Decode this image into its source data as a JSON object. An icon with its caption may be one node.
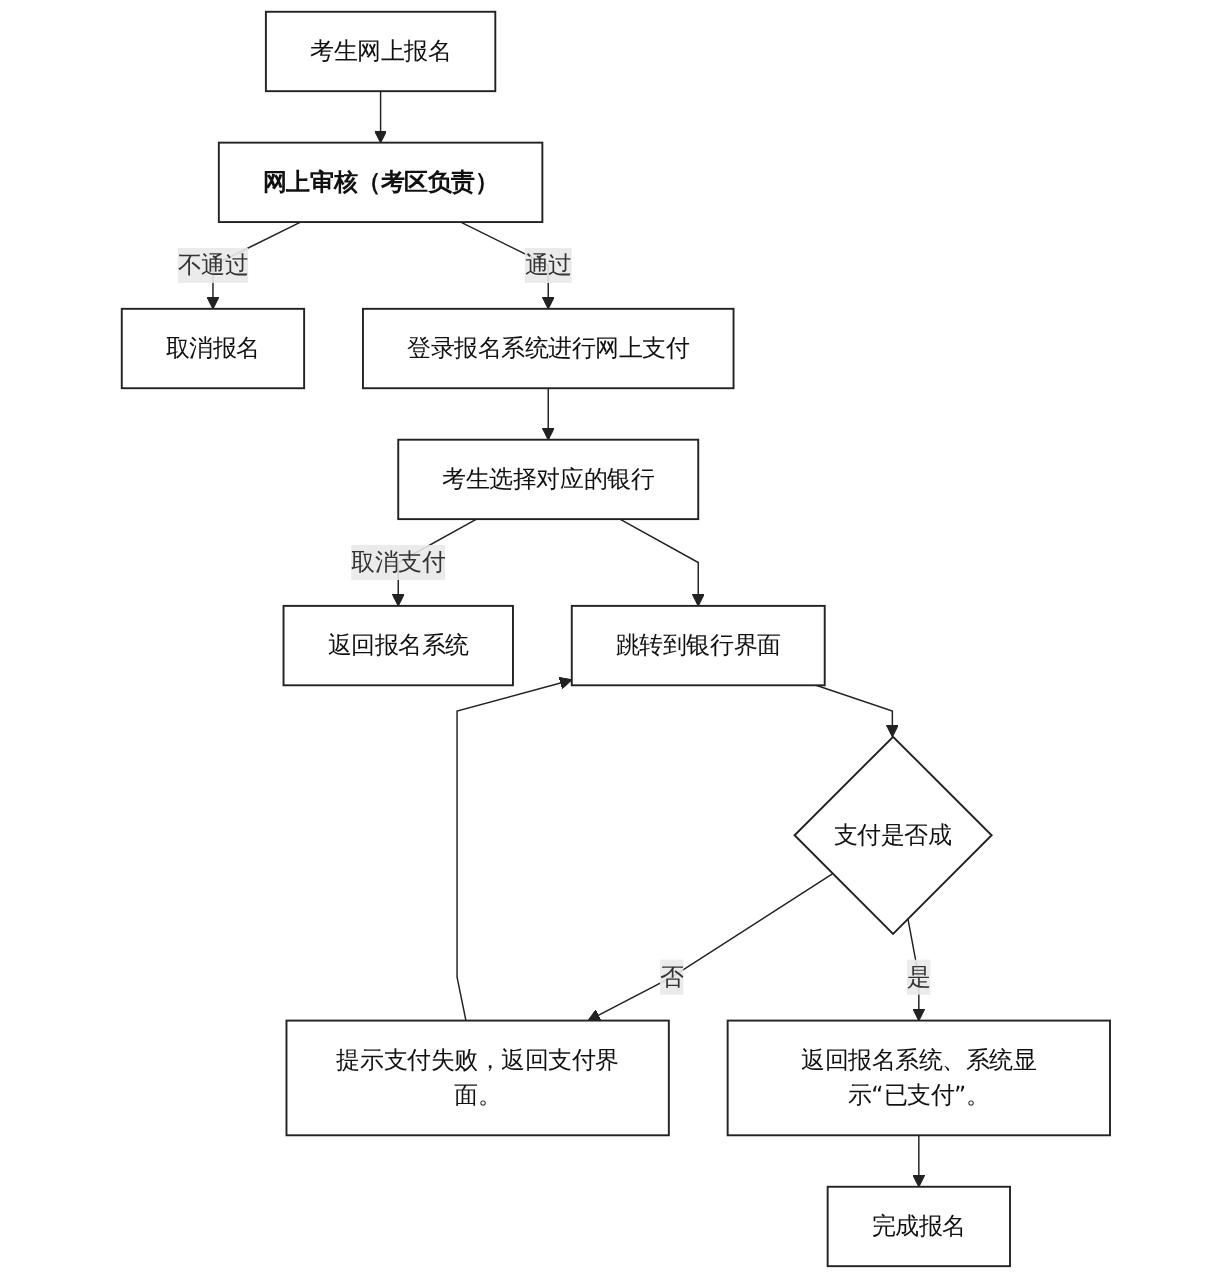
{
  "diagram": {
    "nodes": [
      {
        "text": [
          "考生网上报名"
        ]
      },
      {
        "text": [
          "网上审核（考区负责）"
        ]
      },
      {
        "text": [
          "取消报名"
        ]
      },
      {
        "text": [
          "登录报名系统进行网上支付"
        ]
      },
      {
        "text": [
          "考生选择对应的银行"
        ]
      },
      {
        "text": [
          "返回报名系统"
        ]
      },
      {
        "text": [
          "跳转到银行界面"
        ]
      },
      {
        "text": [
          "支付是否成"
        ]
      },
      {
        "text": [
          "提示支付失败，返回支付界面。"
        ]
      },
      {
        "text": [
          "返回报名系统、系统显示“已支付”。"
        ]
      },
      {
        "text": [
          "完成报名"
        ]
      }
    ],
    "edges": [
      {
        "from": 0,
        "to": 1,
        "arrow": "to"
      },
      {
        "from": 1,
        "to": 2,
        "arrow": "to",
        "label": "不通过"
      },
      {
        "from": 1,
        "to": 3,
        "arrow": "to",
        "label": "通过"
      },
      {
        "from": 3,
        "to": 4,
        "arrow": "to"
      },
      {
        "from": 4,
        "to": 5,
        "arrow": "to",
        "label": "取消支付"
      },
      {
        "from": 4,
        "to": 6,
        "arrow": "to"
      },
      {
        "from": 6,
        "to": 7,
        "arrow": "to"
      },
      {
        "from": 7,
        "to": 8,
        "arrow": "to",
        "label": "否"
      },
      {
        "from": 8,
        "to": 6,
        "arrow": "to"
      },
      {
        "from": 7,
        "to": 9,
        "arrow": "to",
        "label": "是"
      },
      {
        "from": 9,
        "to": 10,
        "arrow": "to"
      }
    ]
  }
}
